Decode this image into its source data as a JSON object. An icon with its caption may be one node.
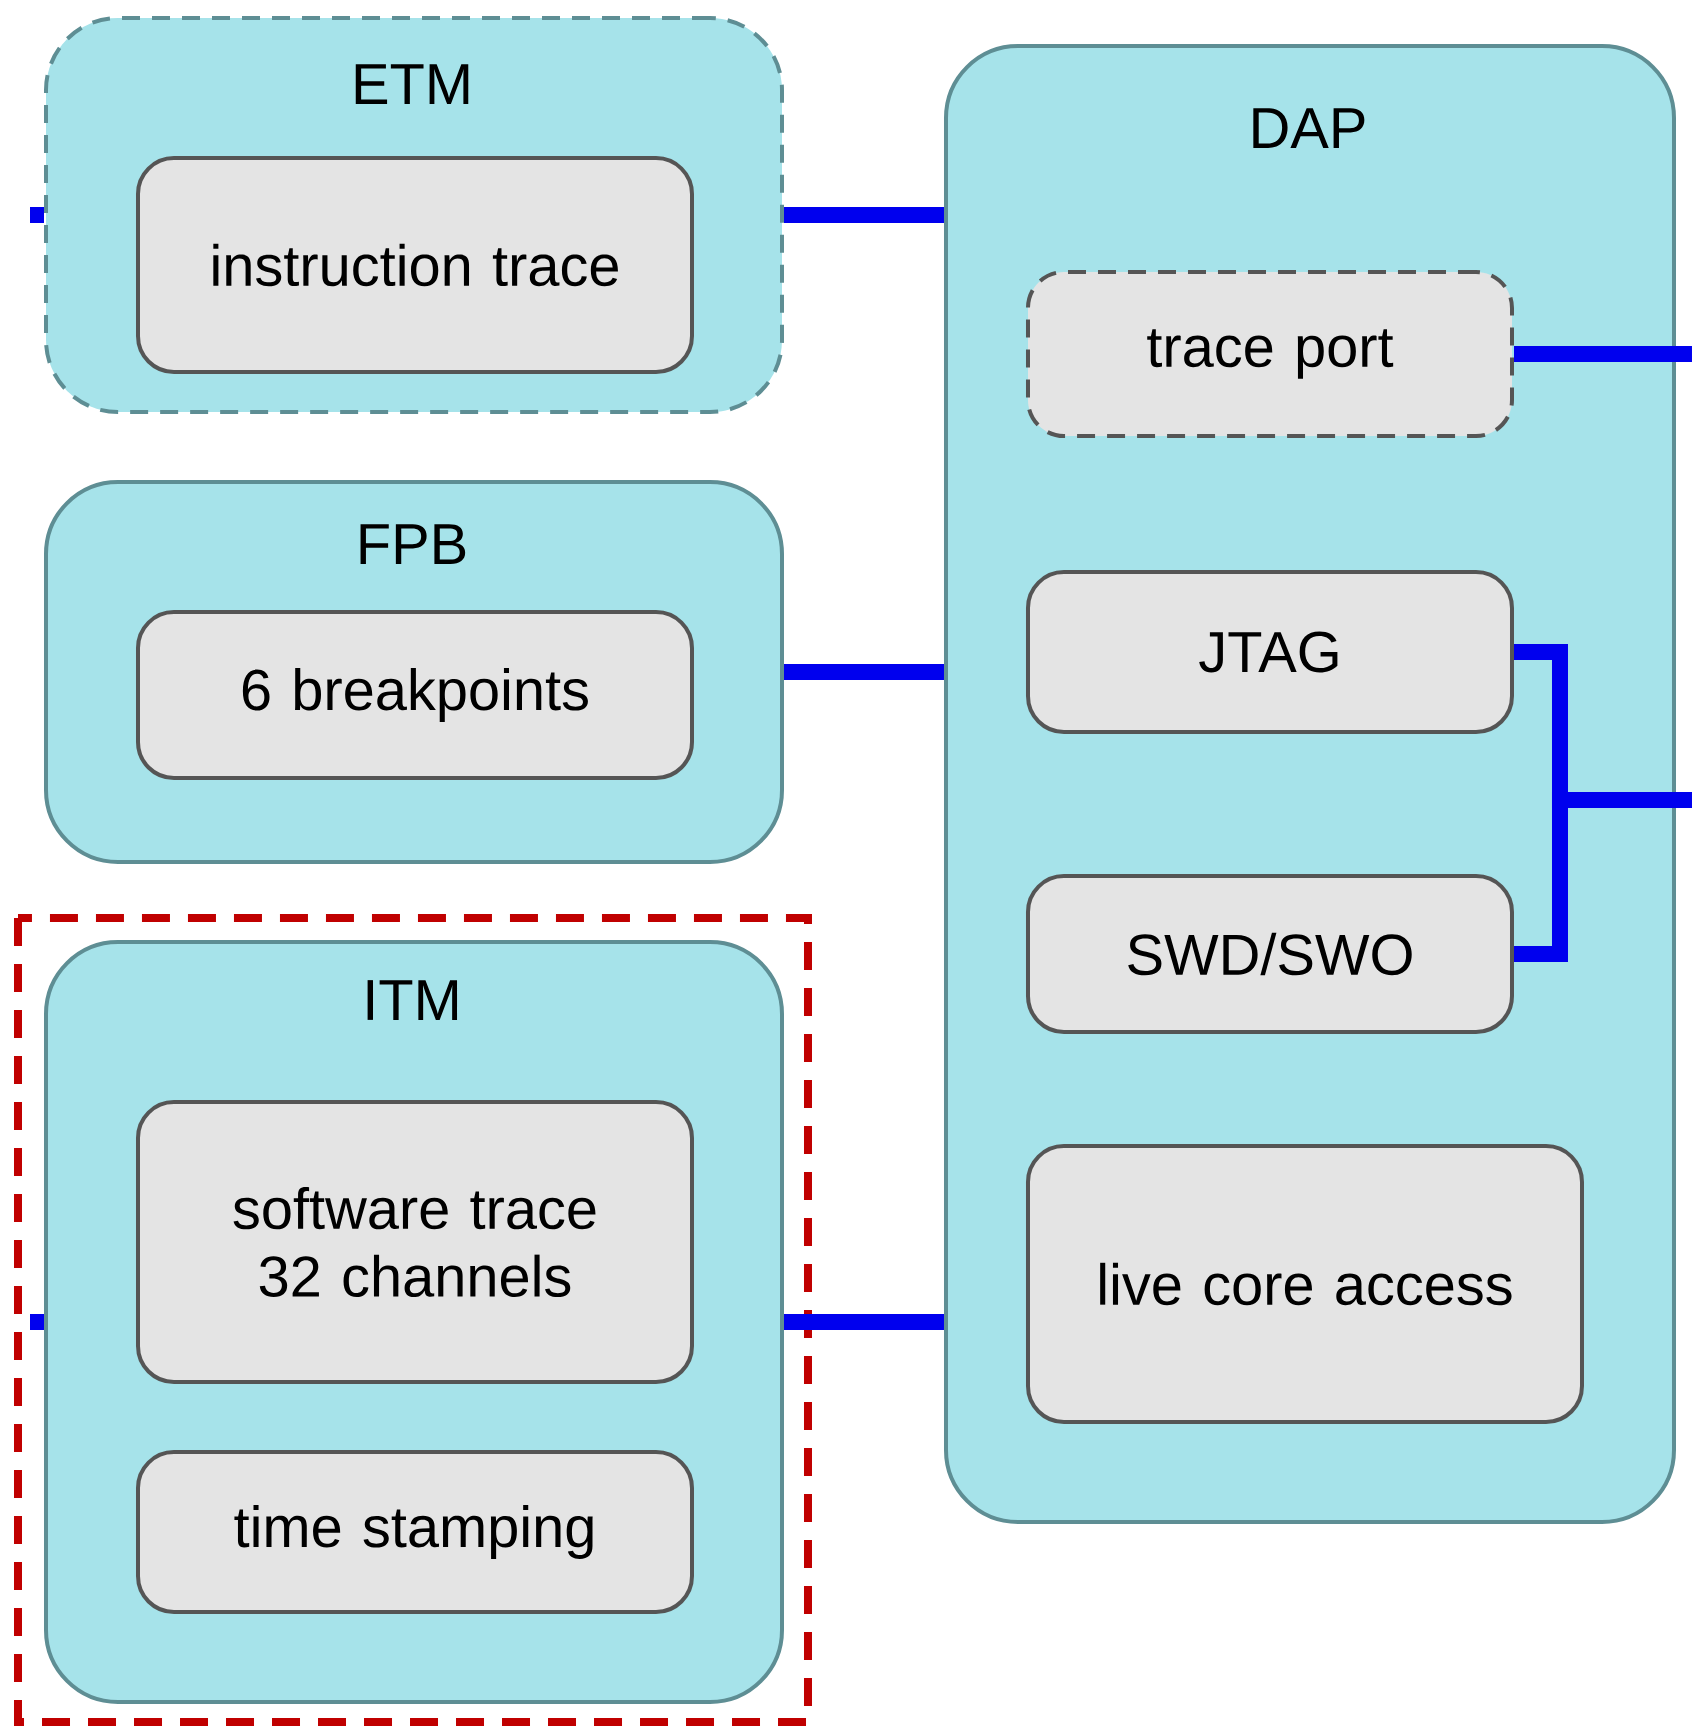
{
  "diagram": {
    "nodes": [
      {
        "text": [
          "ETM"
        ]
      },
      {
        "text": [
          "instruction trace"
        ],
        "in": 0
      },
      {
        "text": [
          "FPB"
        ]
      },
      {
        "text": [
          "6 breakpoints"
        ],
        "in": 2
      },
      {
        "text": [
          "ITM"
        ]
      },
      {
        "text": [
          "software trace 32 channels"
        ],
        "in": 4
      },
      {
        "text": [
          "time stamping"
        ],
        "in": 4
      },
      {
        "text": [
          "DAP"
        ]
      },
      {
        "text": [
          "trace port"
        ],
        "in": 7
      },
      {
        "text": [
          "JTAG"
        ],
        "in": 7
      },
      {
        "text": [
          "SWD/SWO"
        ],
        "in": 7
      },
      {
        "text": [
          "live core access"
        ],
        "in": 7
      }
    ],
    "edges": [
      {
        "from": null,
        "to": 0,
        "arrow": "none"
      },
      {
        "from": 0,
        "to": 7,
        "arrow": "none"
      },
      {
        "from": 2,
        "to": 7,
        "arrow": "none"
      },
      {
        "from": null,
        "to": 4,
        "arrow": "none"
      },
      {
        "from": 4,
        "to": 7,
        "arrow": "none"
      },
      {
        "from": 8,
        "to": null,
        "arrow": "none"
      },
      {
        "from": 9,
        "to": null,
        "arrow": "none"
      },
      {
        "from": 10,
        "to": null,
        "arrow": "none"
      }
    ]
  }
}
